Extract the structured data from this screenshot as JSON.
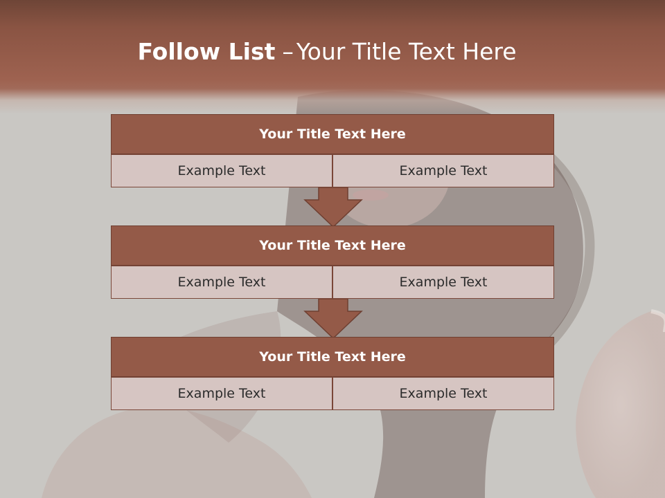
{
  "slide": {
    "title_bold": "Follow List",
    "title_separator": "–",
    "title_rest": "Your Title Text Here"
  },
  "blocks": [
    {
      "title": "Your Title Text Here",
      "cells": [
        "Example Text",
        "Example Text"
      ]
    },
    {
      "title": "Your Title Text Here",
      "cells": [
        "Example Text",
        "Example Text"
      ]
    },
    {
      "title": "Your Title Text Here",
      "cells": [
        "Example Text",
        "Example Text"
      ]
    }
  ],
  "colors": {
    "header_band": "#8a5443",
    "block_header_fill": "#945a48",
    "cell_fill": "#d6c5c2",
    "arrow_fill": "#945a48",
    "background": "#c9c7c3"
  }
}
